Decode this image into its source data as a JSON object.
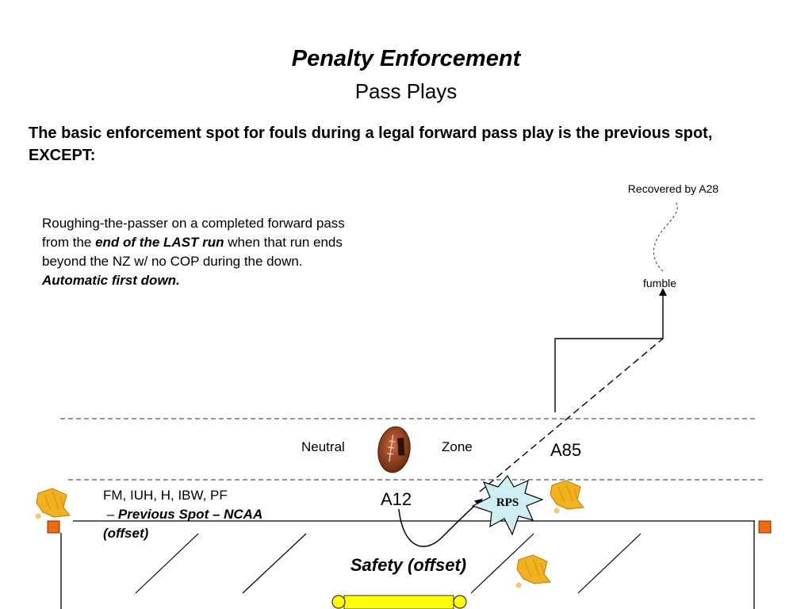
{
  "title": "Penalty Enforcement",
  "subtitle": "Pass Plays",
  "intro": "The basic enforcement spot for fouls during a legal forward pass play is the previous spot, EXCEPT:",
  "rule": {
    "part1": "Roughing-the-passer on a completed forward pass from the ",
    "emphasis1": "end of the LAST run",
    "part2": " when that run ends beyond the NZ w/ no COP during the down. ",
    "emphasis2": "Automatic first down."
  },
  "diagram": {
    "recovered_by": "Recovered by A28",
    "fumble": "fumble",
    "neutral": "Neutral",
    "zone": "Zone",
    "a85": "A85",
    "a12": "A12",
    "rps": "RPS",
    "fouls_line1": "FM, IUH, H, IBW, PF",
    "fouls_dash": "– ",
    "fouls_emphasis": "Previous Spot – NCAA (offset)",
    "safety": "Safety (offset)",
    "flag_color": "#f2b21e",
    "marker_color": "#f06a10",
    "goalpost_color": "#ffff00",
    "starburst_color": "#cdeef2"
  }
}
